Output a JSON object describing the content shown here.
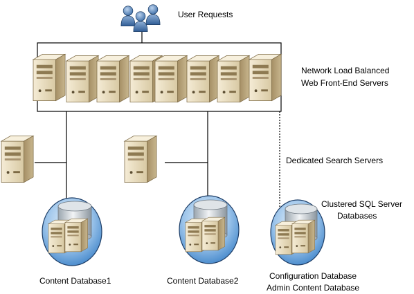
{
  "labels": {
    "user_requests": "User Requests",
    "nlb_line1": "Network Load Balanced",
    "nlb_line2": "Web Front-End Servers",
    "dedicated_search": "Dedicated Search Servers",
    "clustered_line1": "Clustered SQL Server",
    "clustered_line2": "Databases",
    "content_db1": "Content Database1",
    "content_db2": "Content Database2",
    "config_db_line1": "Configuration Database",
    "config_db_line2": "Admin Content Database"
  },
  "counts": {
    "web_front_end_servers": 8,
    "dedicated_search_servers": 2,
    "database_clusters": 3
  },
  "icons": {
    "users": "users-group-icon",
    "server": "server-tower-icon",
    "database": "database-cylinder-icon"
  },
  "colors": {
    "server_body": "#e6d9b8",
    "server_side": "#b9a57c",
    "user_blue": "#5a86b8",
    "db_ellipse": "#5a9bd5",
    "db_cylinder": "#cfd6dc"
  }
}
